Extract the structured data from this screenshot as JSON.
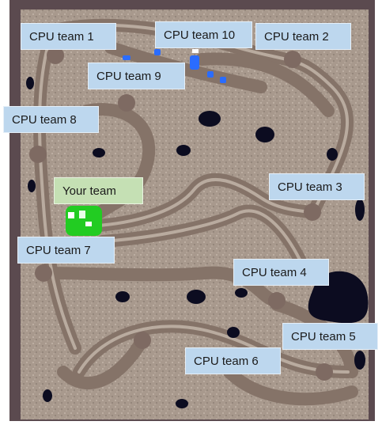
{
  "colors": {
    "cpu_label_bg": "#bdd7ee",
    "your_label_bg": "#c5e0b4",
    "your_team_marker": "#22cc22",
    "cpu_team_marker": "#2a6cff",
    "terrain": "#a89a8e",
    "road": "#8a7a70",
    "water": "#0c0c20",
    "frame": "#5a4a50"
  },
  "labels": {
    "cpu1": "CPU team 1",
    "cpu2": "CPU team 2",
    "cpu3": "CPU team 3",
    "cpu4": "CPU team 4",
    "cpu5": "CPU team 5",
    "cpu6": "CPU team 6",
    "cpu7": "CPU team 7",
    "cpu8": "CPU team 8",
    "cpu9": "CPU team 9",
    "cpu10": "CPU team 10",
    "your_team": "Your team"
  }
}
